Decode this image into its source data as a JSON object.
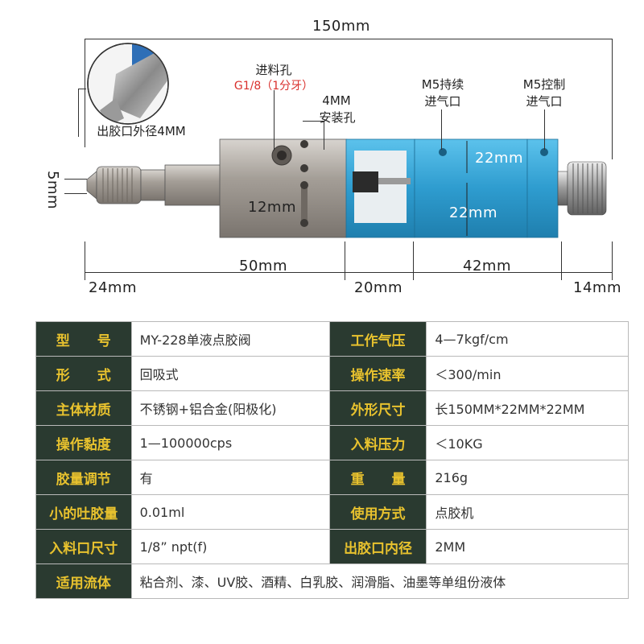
{
  "dimensions": {
    "total_length": "150mm",
    "thickness": "5mm",
    "hole_spacing": "12mm",
    "body_length": "50mm",
    "cylinder_length": "42mm",
    "nozzle_length": "24mm",
    "mid_length": "20mm",
    "knob_length": "14mm",
    "height_top": "22mm",
    "height_bottom": "22mm"
  },
  "labels": {
    "inlet_title": "进料孔",
    "inlet_spec": "G1/8（1分牙）",
    "mount_hole_line1": "4MM",
    "mount_hole_line2": "安装孔",
    "m5_continuous_line1": "M5持续",
    "m5_continuous_line2": "进气口",
    "m5_control_line1": "M5控制",
    "m5_control_line2": "进气口",
    "outlet_od": "出胶口外径4MM"
  },
  "specs": [
    [
      {
        "k": "型　　号",
        "v": "MY-228单液点胶阀"
      },
      {
        "k": "工作气压",
        "v": "4—7kgf/cm"
      }
    ],
    [
      {
        "k": "形　　式",
        "v": "回吸式"
      },
      {
        "k": "操作速率",
        "v": "＜300/min"
      }
    ],
    [
      {
        "k": "主体材质",
        "v": "不锈钢+铝合金(阳极化)"
      },
      {
        "k": "外形尺寸",
        "v": "长150MM*22MM*22MM"
      }
    ],
    [
      {
        "k": "操作黏度",
        "v": "1—100000cps"
      },
      {
        "k": "入料压力",
        "v": "＜10KG"
      }
    ],
    [
      {
        "k": "胶量调节",
        "v": "有"
      },
      {
        "k": "重　　量",
        "v": "216g"
      }
    ],
    [
      {
        "k": "小的吐胶量",
        "v": "0.01ml"
      },
      {
        "k": "使用方式",
        "v": "点胶机"
      }
    ],
    [
      {
        "k": "入料口尺寸",
        "v": "1/8”  npt(f)"
      },
      {
        "k": "出胶口内径",
        "v": "2MM"
      }
    ]
  ],
  "applicable": {
    "k": "适用流体",
    "v": "粘合剂、漆、UV胶、酒精、白乳胶、润滑脂、油墨等单组份液体"
  },
  "colors": {
    "header_bg": "#2a3a30",
    "header_text": "#e8c22e",
    "body_blue": "#2e9ccf",
    "steel": "#a9a49e"
  }
}
